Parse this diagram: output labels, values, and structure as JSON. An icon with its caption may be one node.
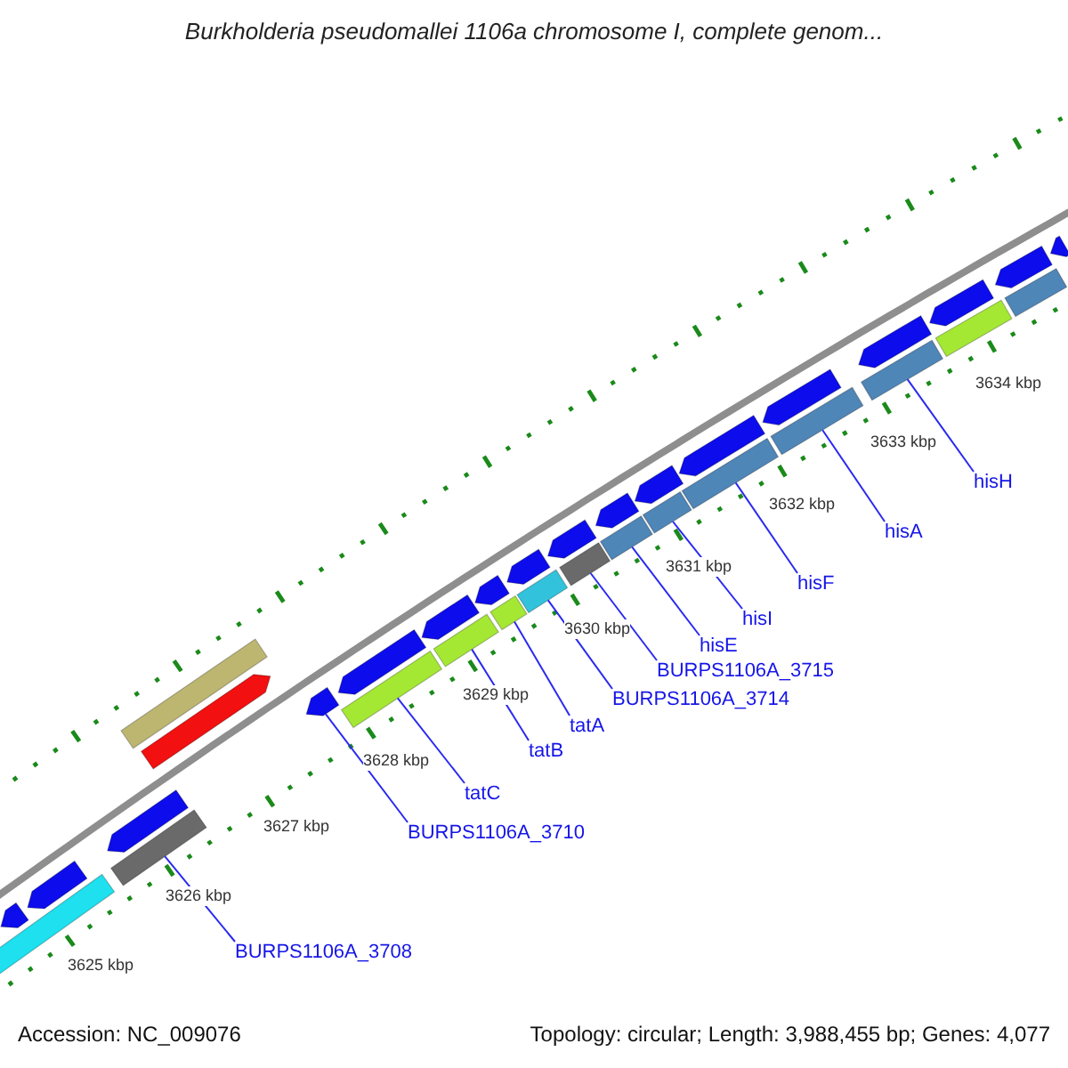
{
  "diagram": {
    "title": "Burkholderia pseudomallei 1106a chromosome I, complete genom...",
    "nodes": [
      {
        "text": [
          "BURPS1106A_3708"
        ]
      },
      {
        "text": [
          "BURPS1106A_3710"
        ]
      },
      {
        "text": [
          "tatC"
        ]
      },
      {
        "text": [
          "tatB"
        ]
      },
      {
        "text": [
          "tatA"
        ]
      },
      {
        "text": [
          "BURPS1106A_3714"
        ]
      },
      {
        "text": [
          "BURPS1106A_3715"
        ]
      },
      {
        "text": [
          "hisE"
        ]
      },
      {
        "text": [
          "hisI"
        ]
      },
      {
        "text": [
          "hisF"
        ]
      },
      {
        "text": [
          "hisA"
        ]
      },
      {
        "text": [
          "hisH"
        ]
      },
      {
        "text": [],
        "shape": "bar"
      },
      {
        "text": [],
        "shape": "bar"
      },
      {
        "text": [],
        "shape": "bar"
      },
      {
        "text": [],
        "shape": "bar"
      },
      {
        "text": [],
        "shape": "bar"
      },
      {
        "text": [],
        "shape": "bar"
      },
      {
        "text": [],
        "shape": "bar"
      },
      {
        "text": [],
        "shape": "bar"
      },
      {
        "text": [],
        "shape": "bar"
      },
      {
        "text": [],
        "shape": "bar"
      },
      {
        "text": [],
        "shape": "bar"
      },
      {
        "text": [],
        "shape": "bar"
      },
      {
        "text": [],
        "shape": "bar"
      },
      {
        "text": [],
        "shape": "bar"
      },
      {
        "text": [],
        "shape": "bar"
      },
      {
        "text": [],
        "shape": "bar"
      },
      {
        "text": [],
        "shape": "bar"
      },
      {
        "text": [],
        "shape": "bar"
      },
      {
        "text": [],
        "shape": "bar"
      },
      {
        "text": [],
        "shape": "bar"
      },
      {
        "text": [],
        "shape": "bar"
      },
      {
        "text": [],
        "shape": "bar"
      },
      {
        "text": [],
        "shape": "bar"
      },
      {
        "text": [],
        "shape": "bar"
      },
      {
        "text": [],
        "shape": "bar"
      },
      {
        "text": [],
        "shape": "bar"
      },
      {
        "text": [],
        "shape": "bar"
      },
      {
        "text": [],
        "shape": "bar"
      },
      {
        "text": [],
        "shape": "bar"
      },
      {
        "text": [],
        "shape": "bar"
      },
      {
        "text": [],
        "shape": "bar"
      },
      {
        "text": [],
        "shape": "bar"
      },
      {
        "text": [],
        "shape": "bar"
      }
    ],
    "edges": [
      {
        "from": 0,
        "to": 16,
        "arrow": "none"
      },
      {
        "from": 1,
        "to": 19,
        "arrow": "none"
      },
      {
        "from": 2,
        "to": 21,
        "arrow": "none"
      },
      {
        "from": 3,
        "to": 23,
        "arrow": "none"
      },
      {
        "from": 4,
        "to": 25,
        "arrow": "none"
      },
      {
        "from": 5,
        "to": 27,
        "arrow": "none"
      },
      {
        "from": 6,
        "to": 29,
        "arrow": "none"
      },
      {
        "from": 7,
        "to": 31,
        "arrow": "none"
      },
      {
        "from": 8,
        "to": 33,
        "arrow": "none"
      },
      {
        "from": 9,
        "to": 35,
        "arrow": "none"
      },
      {
        "from": 10,
        "to": 37,
        "arrow": "none"
      },
      {
        "from": 11,
        "to": 39,
        "arrow": "none"
      }
    ],
    "labels": [
      "3625 kbp",
      "3626 kbp",
      "3627 kbp",
      "3628 kbp",
      "3629 kbp",
      "3630 kbp",
      "3631 kbp",
      "3632 kbp",
      "3633 kbp",
      "3634 kbp",
      "Accession: NC_009076",
      "Topology: circular; Length: 3,988,455 bp; Genes: 4,077"
    ]
  }
}
